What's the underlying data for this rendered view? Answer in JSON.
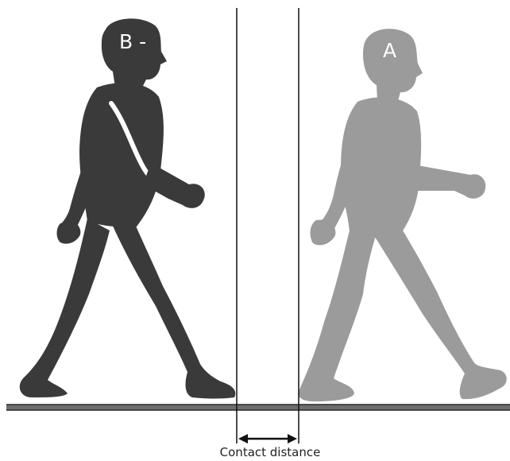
{
  "figures": {
    "walker_b": {
      "label": "B -",
      "color": "#3a3a3a"
    },
    "walker_a": {
      "label": "A",
      "color": "#9b9b9b"
    }
  },
  "ground_color": "#6e6e6e",
  "measurement": {
    "label": "Contact distance"
  }
}
